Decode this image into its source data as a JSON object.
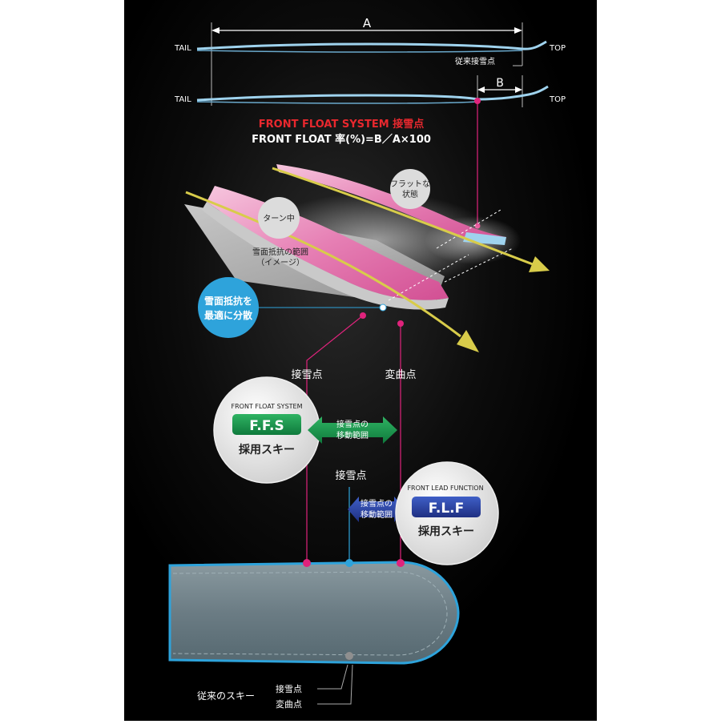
{
  "top_diagram": {
    "dim_a": "A",
    "dim_b": "B",
    "tail_1": "TAIL",
    "tail_2": "TAIL",
    "top_1": "TOP",
    "top_2": "TOP",
    "conventional_contact": "従来接雪点",
    "ffs_contact_title": "FRONT FLOAT SYSTEM 接雪点",
    "formula": "FRONT FLOAT 率(%)=B／A×100"
  },
  "ski_3d": {
    "flat_state": [
      "フラットな",
      "状態"
    ],
    "turning": "ターン中",
    "resistance_range": [
      "雪面抵抗の範囲",
      "（イメージ）"
    ],
    "disperse": [
      "雪面抵抗を",
      "最適に分散"
    ]
  },
  "points": {
    "contact": "接雪点",
    "inflection": "変曲点",
    "contact_center": "接雪点"
  },
  "ffs_badge": {
    "caption": "FRONT FLOAT SYSTEM",
    "logo": "F.F.S",
    "adopted": "採用スキー",
    "range": [
      "接雪点の",
      "移動範囲"
    ]
  },
  "flf_badge": {
    "caption": "FRONT LEAD FUNCTION",
    "logo": "F.L.F",
    "adopted": "採用スキー",
    "range": [
      "接雪点の",
      "移動範囲"
    ]
  },
  "bottom": {
    "conventional_ski": "従来のスキー",
    "contact": "接雪点",
    "inflection": "変曲点"
  },
  "colors": {
    "background": "#000000",
    "accent_pink": "#e0237c",
    "accent_blue": "#2ea3db",
    "ffs_green": "#17904a",
    "flf_blue": "#2a3f9a",
    "arrow_yellow": "#d8cc4a",
    "heading_red": "#e8282e"
  }
}
